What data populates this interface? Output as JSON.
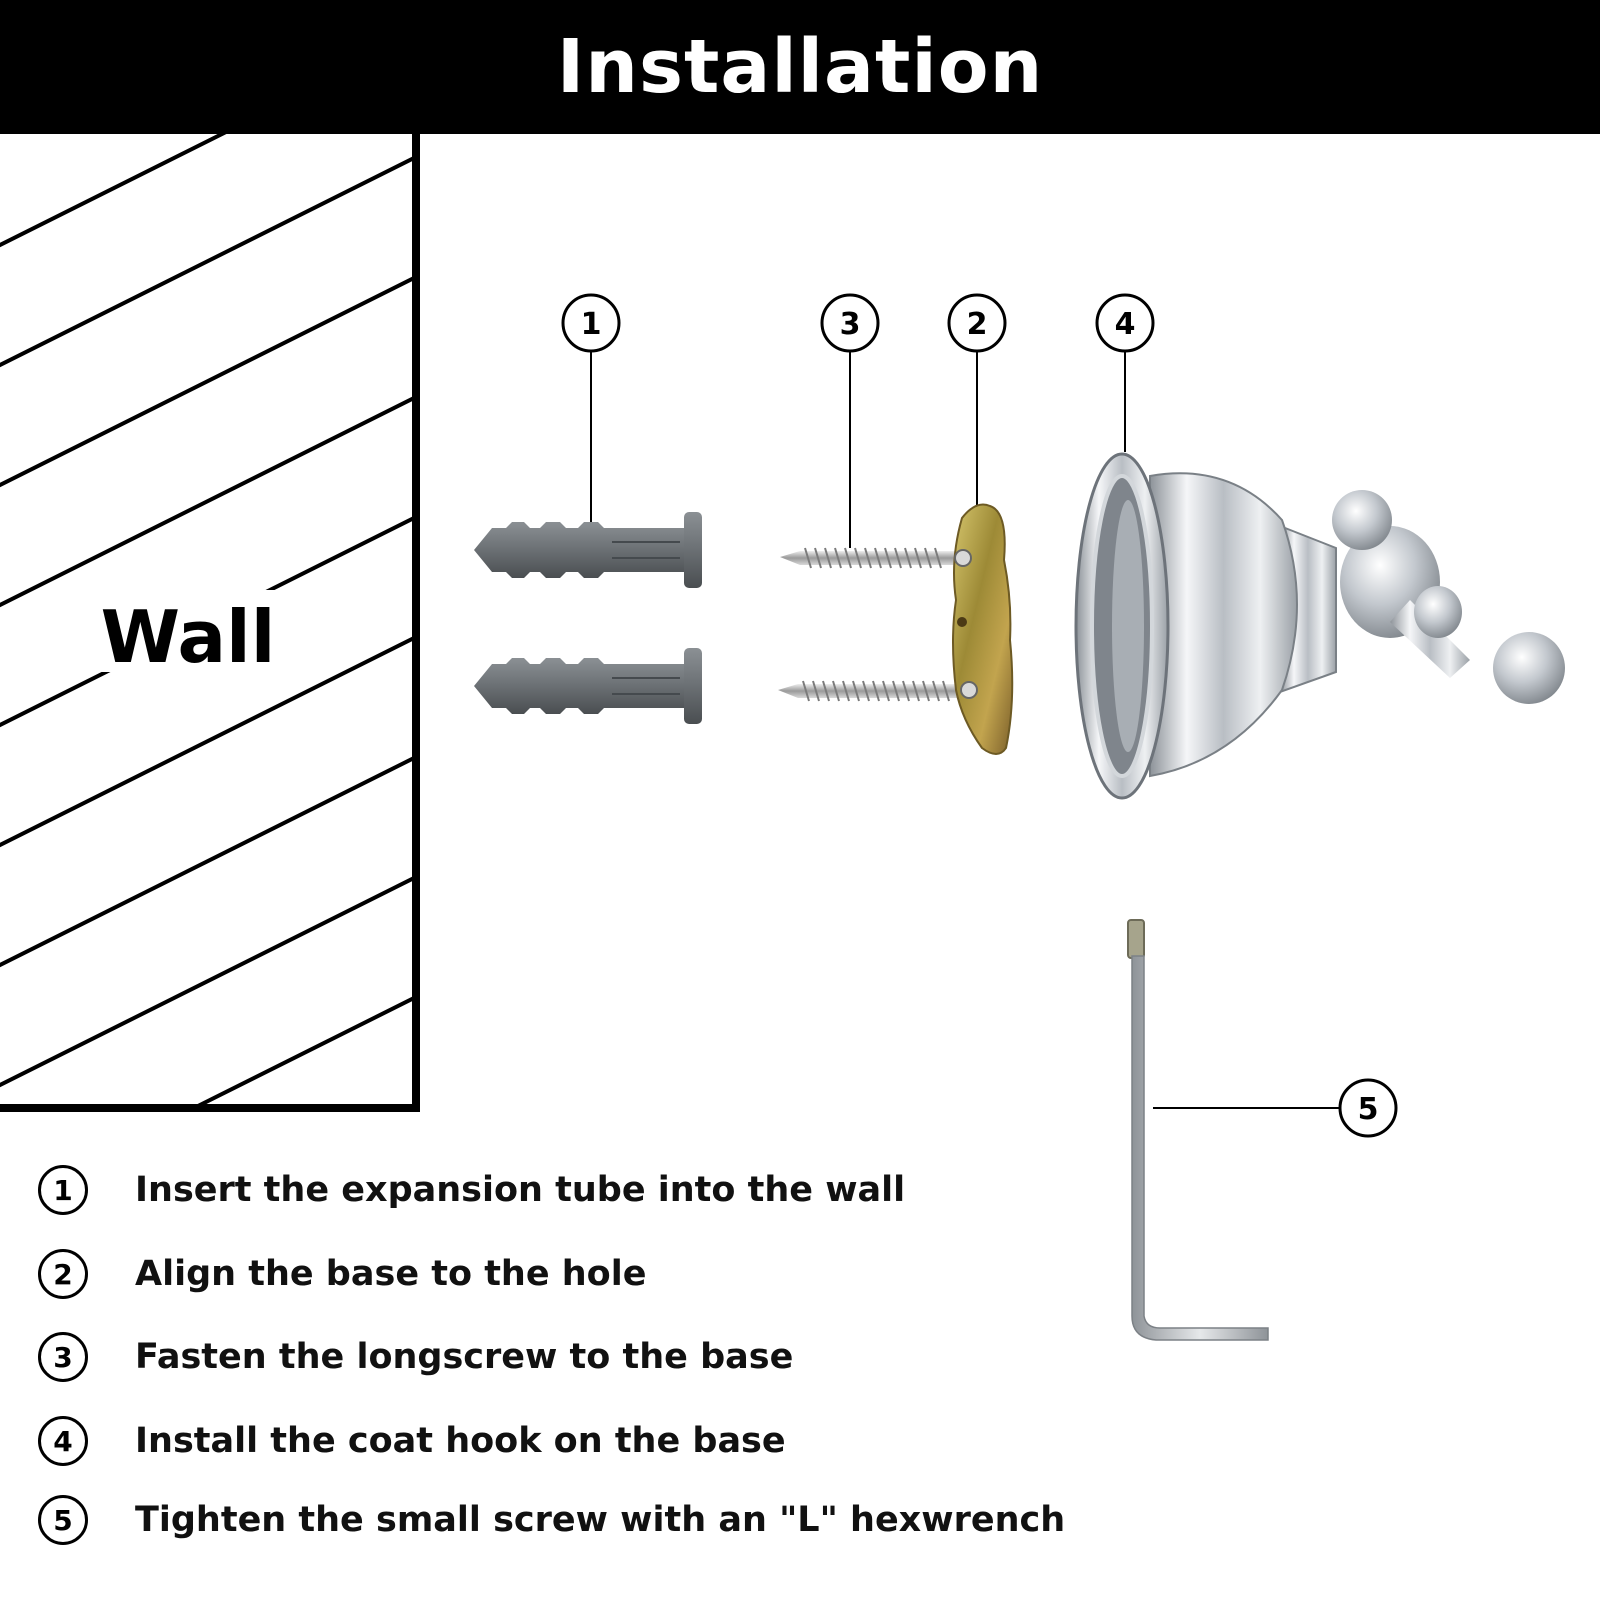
{
  "header": {
    "title": "Installation"
  },
  "wall": {
    "label": "Wall"
  },
  "callouts": [
    "1",
    "3",
    "2",
    "4",
    "5"
  ],
  "steps": [
    {
      "number": "1",
      "text": "Insert the expansion tube into the wall"
    },
    {
      "number": "2",
      "text": "Align the base to the hole"
    },
    {
      "number": "3",
      "text": "Fasten the longscrew to the base"
    },
    {
      "number": "4",
      "text": "Install the coat hook on the base"
    },
    {
      "number": "5",
      "text": "Tighten the small screw with an \"L\" hexwrench"
    }
  ],
  "colors": {
    "header_bg": "#000000",
    "header_text": "#ffffff",
    "anchor_gray": "#6f7478",
    "bracket_brass": "#a9973a",
    "chrome": "#c9ccd1"
  }
}
